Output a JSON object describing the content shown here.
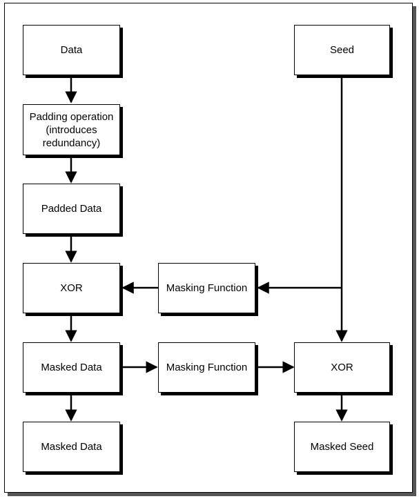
{
  "nodes": {
    "data": "Data",
    "seed": "Seed",
    "padding": "Padding operation (introduces redundancy)",
    "padded_data": "Padded Data",
    "xor_left": "XOR",
    "masking_function_top": "Masking Function",
    "masked_data_mid": "Masked Data",
    "masking_function_bottom": "Masking Function",
    "xor_right": "XOR",
    "masked_data_bottom": "Masked Data",
    "masked_seed": "Masked Seed"
  },
  "edges": [
    {
      "from": "Data",
      "to": "Padding operation (introduces redundancy)"
    },
    {
      "from": "Padding operation (introduces redundancy)",
      "to": "Padded Data"
    },
    {
      "from": "Padded Data",
      "to": "XOR"
    },
    {
      "from": "Seed",
      "to": "Masking Function"
    },
    {
      "from": "Masking Function",
      "to": "XOR"
    },
    {
      "from": "Seed",
      "to": "XOR (right)"
    },
    {
      "from": "XOR",
      "to": "Masked Data"
    },
    {
      "from": "Masked Data",
      "to": "Masking Function (bottom)"
    },
    {
      "from": "Masking Function (bottom)",
      "to": "XOR (right)"
    },
    {
      "from": "Masked Data",
      "to": "Masked Data (output)"
    },
    {
      "from": "XOR (right)",
      "to": "Masked Seed"
    }
  ]
}
